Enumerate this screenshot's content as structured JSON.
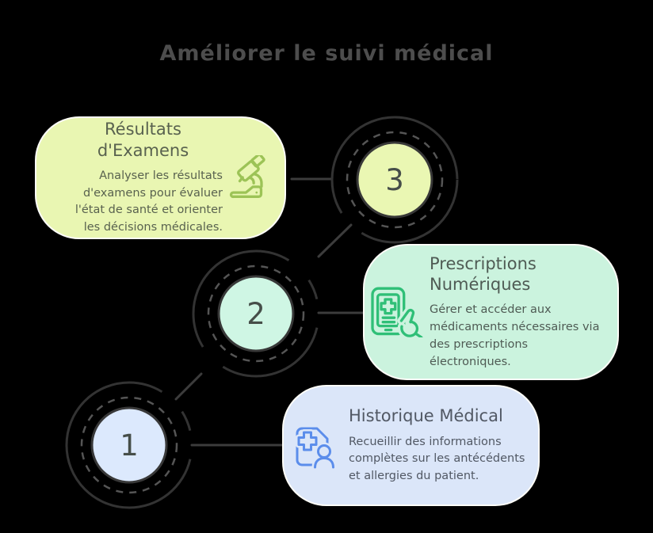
{
  "title": "Améliorer le suivi médical",
  "title_color": "#4d4d4d",
  "background_color": "#000000",
  "wire_color": "#3c3c3c",
  "steps": [
    {
      "number": "1",
      "circle_color": "#dce9fd",
      "number_color": "#464e49"
    },
    {
      "number": "2",
      "circle_color": "#cff6e4",
      "number_color": "#464e49"
    },
    {
      "number": "3",
      "circle_color": "#eaf7b3",
      "number_color": "#464e49"
    }
  ],
  "cards": [
    {
      "step": "3",
      "title": "Résultats d'Examens",
      "body": "Analyser les résultats d'examens pour évaluer l'état de santé et orienter les décisions médicales.",
      "bg": "#e9f6b2",
      "icon": "microscope-icon",
      "icon_color": "#9cc356"
    },
    {
      "step": "2",
      "title": "Prescriptions Numériques",
      "body": "Gérer et accéder aux médicaments nécessaires via des prescriptions électroniques.",
      "bg": "#cbf3de",
      "icon": "digital-prescription-tablet-icon",
      "icon_color": "#2fbf77"
    },
    {
      "step": "1",
      "title": "Historique Médical",
      "body": "Recueillir des informations complètes sur les antécédents et allergies du patient.",
      "bg": "#dbe6f9",
      "icon": "medical-record-patient-icon",
      "icon_color": "#5b8deb"
    }
  ]
}
